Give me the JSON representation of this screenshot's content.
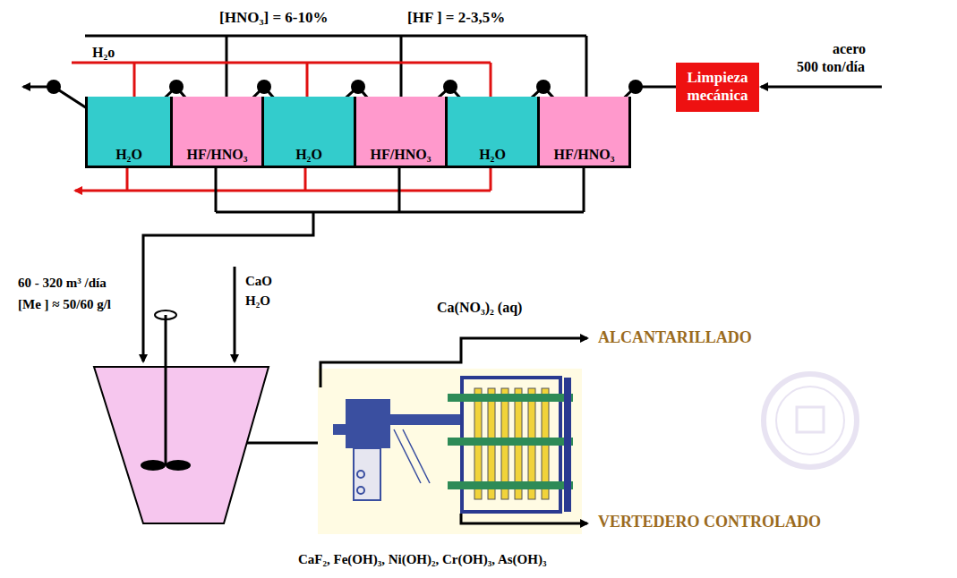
{
  "diagram": {
    "nodes": [
      {
        "text": [
          "H₂O"
        ]
      },
      {
        "text": [
          "HF/HNO₃"
        ]
      },
      {
        "text": [
          "H₂O"
        ]
      },
      {
        "text": [
          "HF/HNO₃"
        ]
      },
      {
        "text": [
          "H₂O"
        ]
      },
      {
        "text": [
          "HF/HNO₃"
        ]
      },
      {
        "text": [
          "Limpieza mecánica"
        ]
      }
    ],
    "labels": [
      "[HNO₃] = 6-10%",
      "[HF ] = 2-3,5%",
      "H₂o",
      "acero",
      "500 ton/día",
      "60 - 320 m³ /día",
      "[Me ] ≈ 50/60 g/l",
      "CaO",
      "H₂O",
      "Ca(NO₃)₂ (aq)",
      "ALCANTARILLADO",
      "VERTEDERO CONTROLADO",
      "CaF₂, Fe(OH)₃, Ni(OH)₂, Cr(OH)₃, As(OH)₃"
    ]
  }
}
